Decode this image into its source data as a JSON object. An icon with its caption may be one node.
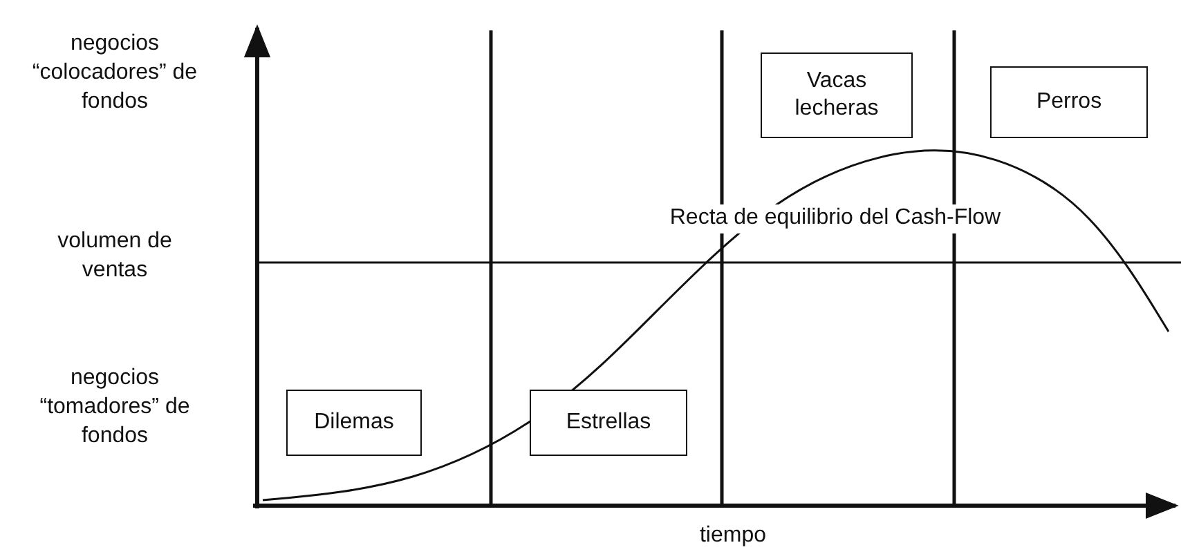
{
  "diagram": {
    "nodes": [
      {
        "text": [
          "Dilemas"
        ]
      },
      {
        "text": [
          "Estrellas"
        ]
      },
      {
        "text": [
          "Vacas lecheras"
        ]
      },
      {
        "text": [
          "Perros"
        ]
      }
    ],
    "labels": [
      "negocios “colocadores” de fondos",
      "volumen de ventas",
      "Recta de equilibrio del Cash-Flow",
      "negocios “tomadores” de fondos",
      "tiempo"
    ]
  }
}
